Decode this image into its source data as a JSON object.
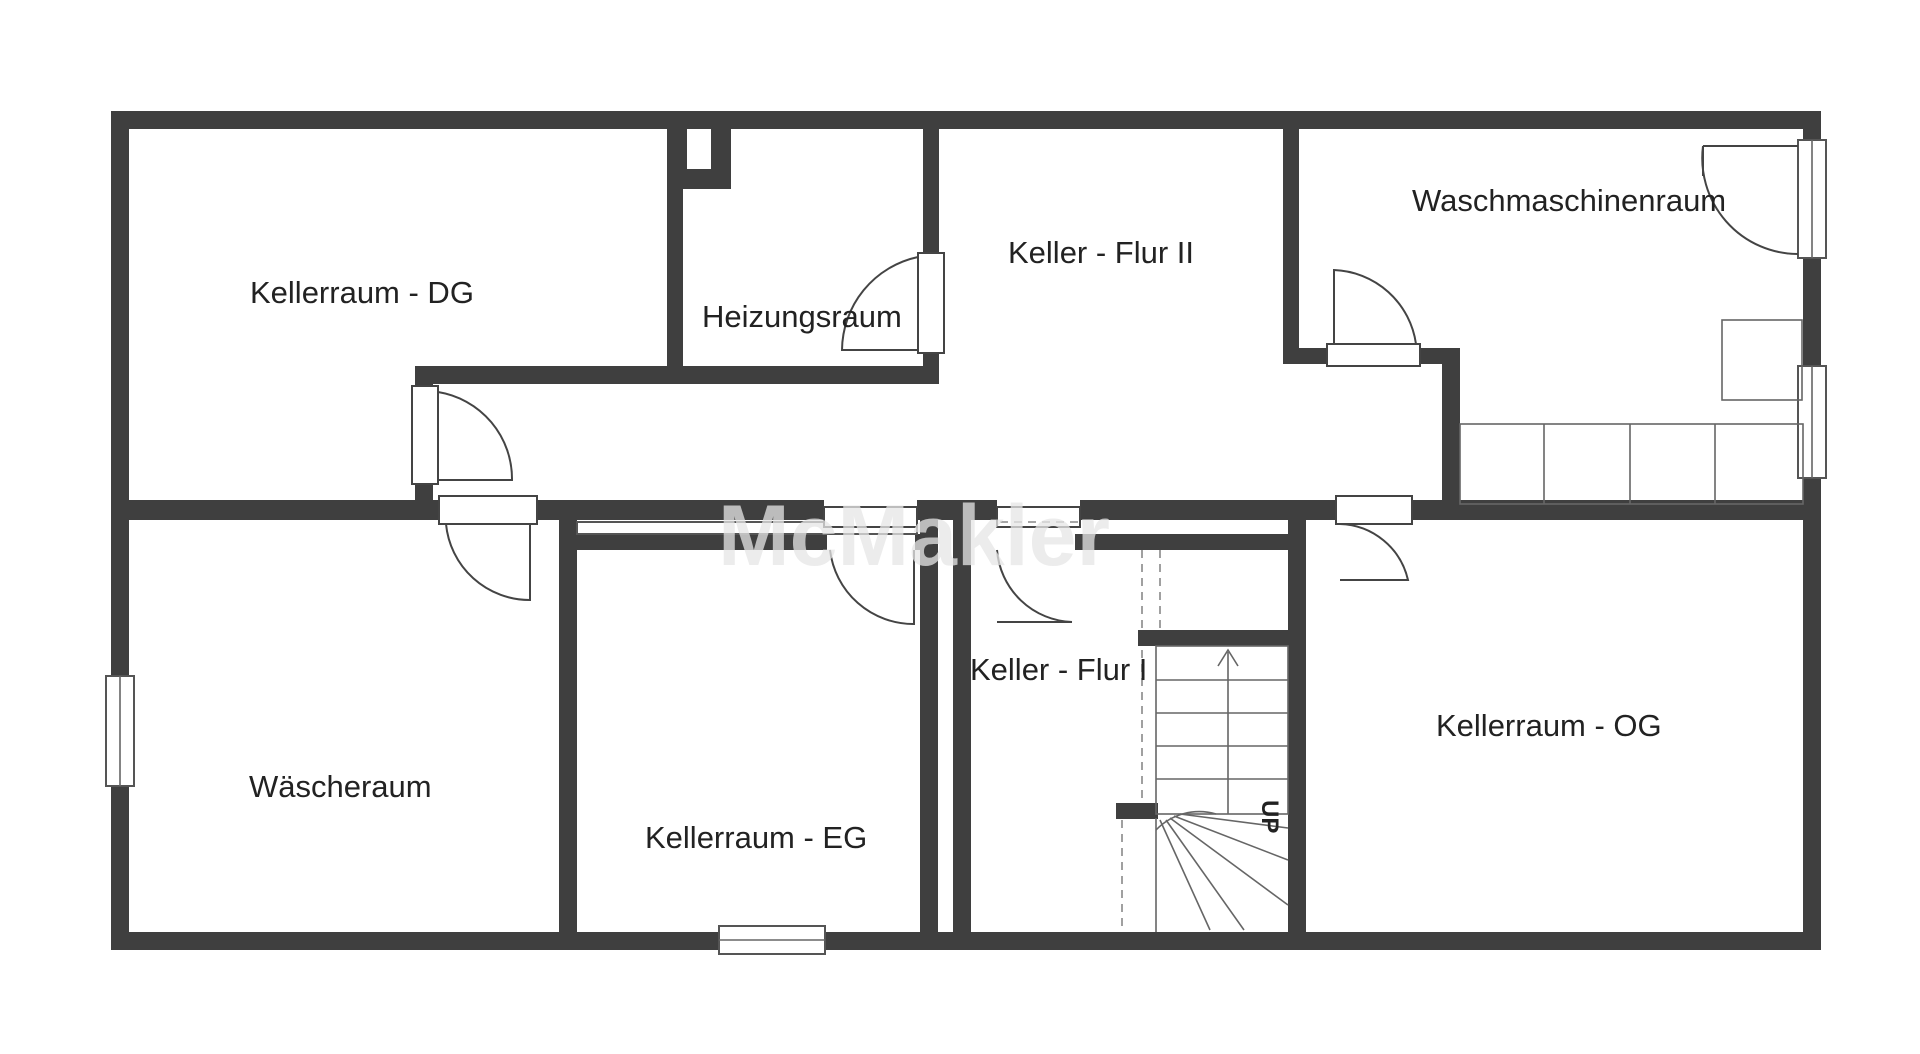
{
  "rooms": {
    "kellerraum_dg": "Kellerraum -  DG",
    "heizungsraum": "Heizungsraum",
    "keller_flur_2": "Keller - Flur II",
    "waschmaschinenraum": "Waschmaschinenraum",
    "waescheraum": "Wäscheraum",
    "kellerraum_eg": "Kellerraum -  EG",
    "keller_flur_1": "Keller - Flur I",
    "kellerraum_og": "Kellerraum -  OG"
  },
  "stairs": {
    "direction_label": "UP"
  },
  "watermark": "McMakler",
  "colors": {
    "wall": "#3f3f3f",
    "background": "#ffffff",
    "watermark": "#e6e6e6"
  }
}
